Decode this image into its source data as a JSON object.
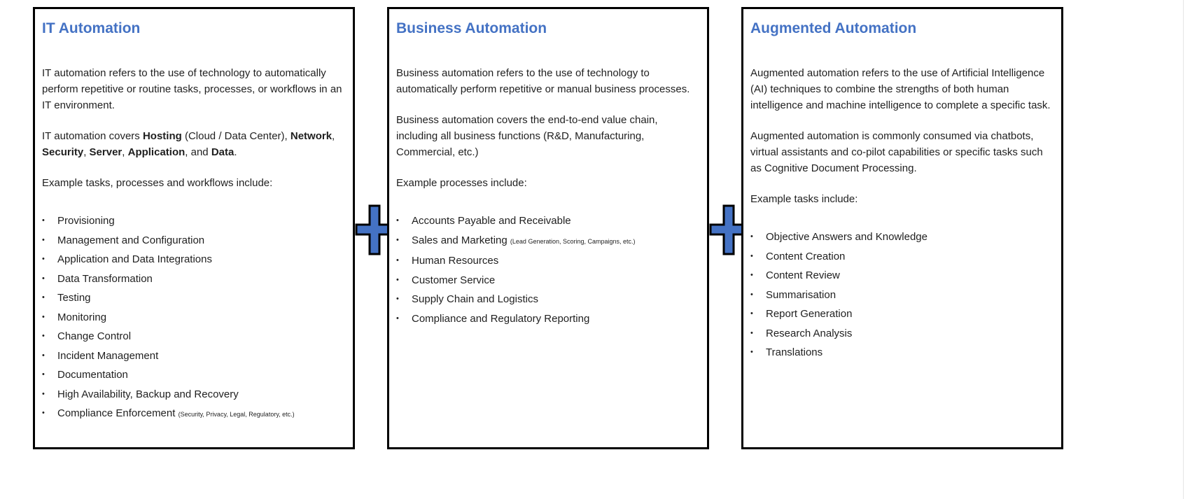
{
  "panels": [
    {
      "title": "IT Automation",
      "para1": "IT automation refers to the use of technology to automatically perform repetitive or routine tasks, processes, or workflows in an IT environment.",
      "para2_parts": {
        "intro": "IT automation covers ",
        "hosting": "Hosting",
        "hosting_note": " (Cloud / Data Center), ",
        "network": "Network",
        "sep1": ", ",
        "security": "Security",
        "sep2": ", ",
        "server": "Server",
        "sep3": ", ",
        "application": "Application",
        "sep4": ", and ",
        "data": "Data",
        "end": "."
      },
      "list_intro": "Example tasks, processes and workflows include:",
      "items": [
        "Provisioning",
        "Management and Configuration",
        "Application and Data Integrations",
        "Data Transformation",
        "Testing",
        "Monitoring",
        "Change Control",
        "Incident Management",
        "Documentation",
        "High Availability, Backup and Recovery",
        "Compliance Enforcement"
      ],
      "last_item_note": "(Security, Privacy, Legal, Regulatory, etc.)"
    },
    {
      "title": "Business Automation",
      "para1": "Business automation refers to the use of technology to automatically perform repetitive or manual business processes.",
      "para2": "Business automation covers the end-to-end value chain, including all business functions (R&D, Manufacturing, Commercial, etc.)",
      "list_intro": "Example processes include:",
      "items": [
        "Accounts Payable and Receivable",
        "Sales and Marketing",
        "Human Resources",
        "Customer Service",
        "Supply Chain and Logistics",
        "Compliance and Regulatory Reporting"
      ],
      "item2_note": "(Lead Generation, Scoring, Campaigns, etc.)"
    },
    {
      "title": "Augmented Automation",
      "para1": "Augmented automation refers to the use of Artificial Intelligence (AI) techniques to combine the strengths of both human intelligence and machine intelligence to complete a specific task.",
      "para2": "Augmented automation is commonly consumed via chatbots, virtual assistants and co-pilot capabilities or specific tasks such as Cognitive Document Processing.",
      "list_intro": "Example tasks include:",
      "items": [
        "Objective Answers and Knowledge",
        "Content Creation",
        "Content Review",
        "Summarisation",
        "Report Generation",
        "Research Analysis",
        "Translations"
      ]
    }
  ],
  "icons": {
    "plus": "plus-icon"
  },
  "colors": {
    "title": "#4472c4",
    "plus_fill": "#4472c4",
    "border": "#000000"
  }
}
